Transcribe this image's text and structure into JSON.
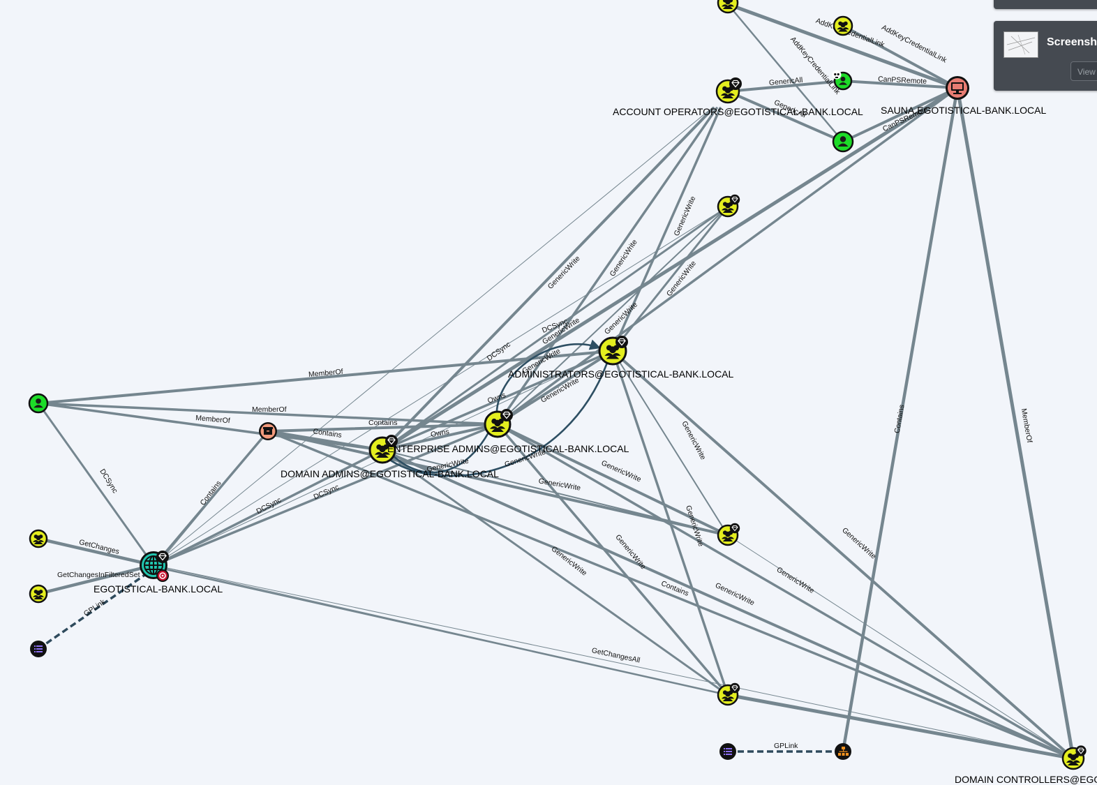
{
  "nodes": {
    "account_operators": "ACCOUNT OPERATORS@EGOTISTICAL-BANK.LOCAL",
    "sauna": "SAUNA.EGOTISTICAL-BANK.LOCAL",
    "administrators": "ADMINISTRATORS@EGOTISTICAL-BANK.LOCAL",
    "enterprise_admins": "ENTERPRISE ADMINS@EGOTISTICAL-BANK.LOCAL",
    "domain_admins": "DOMAIN ADMINS@EGOTISTICAL-BANK.LOCAL",
    "domain": "EGOTISTICAL-BANK.LOCAL",
    "domain_controllers": "DOMAIN CONTROLLERS@EGOTISTICAL-BANK.LOCAL"
  },
  "edge_labels": {
    "add_key_1": "AddKeyCredentialLink",
    "add_key_2": "AddKeyCredentialLink",
    "add_key_3": "AddKeyCredentialLink",
    "generic_all_1": "GenericAll",
    "generic_all_2": "GenericAll",
    "can_ps_remote_1": "CanPSRemote",
    "can_ps_remote_2": "CanPSRemote",
    "generic_write_1": "GenericWrite",
    "generic_write_2": "GenericWrite",
    "generic_write_3": "GenericWrite",
    "generic_write_4": "GenericWrite",
    "generic_write_5": "GenericWrite",
    "generic_write_6": "GenericWrite",
    "generic_write_7": "GenericWrite",
    "generic_write_8": "GenericWrite",
    "generic_write_9": "GenericWrite",
    "generic_write_10": "GenericWrite",
    "generic_write_11": "GenericWrite",
    "generic_write_12": "GenericWrite",
    "generic_write_13": "GenericWrite",
    "generic_write_14": "GenericWrite",
    "generic_write_15": "GenericWrite",
    "generic_write_16": "GenericWrite",
    "generic_write_17": "GenericWrite",
    "generic_write_18": "GenericWrite",
    "generic_write_19": "GenericWrite",
    "member_of_1": "MemberOf",
    "member_of_2": "MemberOf",
    "member_of_3": "MemberOf",
    "member_of_4": "MemberOf",
    "contains_1": "Contains",
    "contains_2": "Contains",
    "contains_3": "Contains",
    "contains_4": "Contains",
    "contains_5": "Contains",
    "dcsync_1": "DCSync",
    "dcsync_2": "DCSync",
    "dcsync_3": "DCSync",
    "dcsync_4": "DCSync",
    "dcsync_5": "DCSync",
    "owns_1": "Owns",
    "owns_2": "Owns",
    "get_changes": "GetChanges",
    "get_changes_filtered": "GetChangesInFilteredSet",
    "get_changes_all": "GetChangesAll",
    "gplink_1": "GPLink",
    "gplink_2": "GPLink"
  },
  "screenshot_panel": {
    "title": "Screenshot",
    "view_label": "View"
  },
  "colors": {
    "group": "#e4ee1f",
    "user": "#1ddc28",
    "computer": "#e87d73",
    "domain": "#21c7b0",
    "ou": "#f2921e",
    "container": "#f29a7c",
    "gpo": "#8c6ff0",
    "edge": "#75868f",
    "background": "#f2f5fa"
  }
}
